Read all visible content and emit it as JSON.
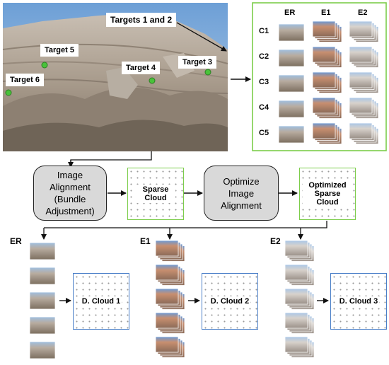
{
  "photo_labels": {
    "targets_1_2": "Targets 1 and 2",
    "target_5": "Target 5",
    "target_4": "Target 4",
    "target_3": "Target 3",
    "target_6": "Target 6"
  },
  "grid": {
    "columns": [
      "ER",
      "E1",
      "E2"
    ],
    "rows": [
      "C1",
      "C2",
      "C3",
      "C4",
      "C5"
    ]
  },
  "flow": {
    "image_alignment": "Image Alignment (Bundle Adjustment)",
    "sparse_cloud": "Sparse Cloud",
    "optimize": "Optimize Image Alignment",
    "optimized_sparse": "Optimized Sparse Cloud"
  },
  "branches": [
    {
      "label": "ER",
      "dense": "D. Cloud 1"
    },
    {
      "label": "E1",
      "dense": "D. Cloud 2"
    },
    {
      "label": "E2",
      "dense": "D. Cloud 3"
    }
  ],
  "colors": {
    "green": "#7ccd4a",
    "blue": "#4a7fc8",
    "gray_box": "#d9d9d9"
  }
}
